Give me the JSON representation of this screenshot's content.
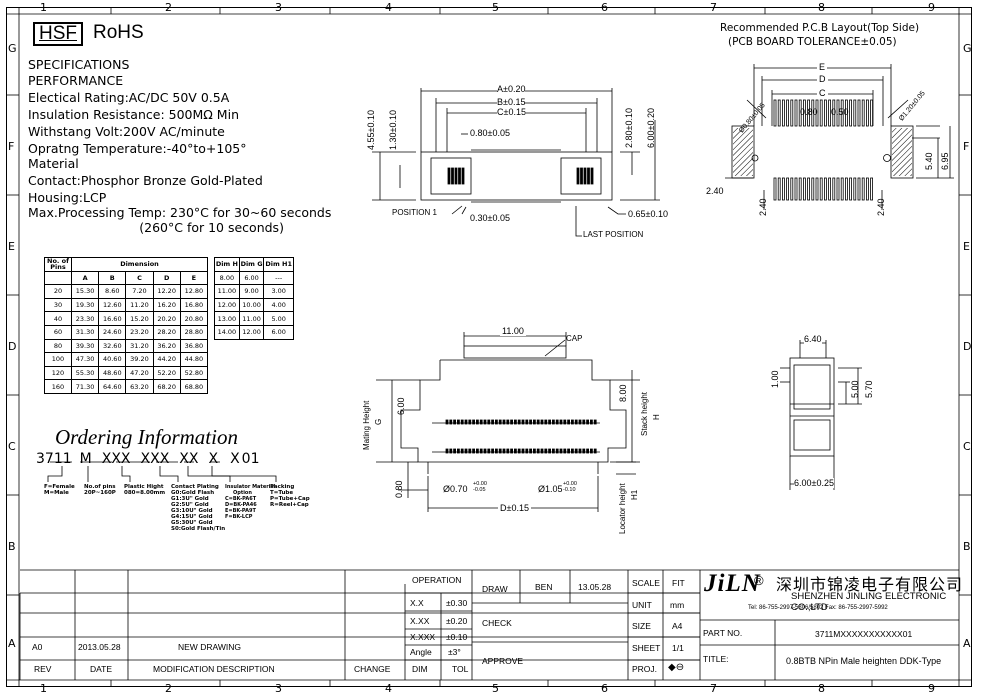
{
  "zones": {
    "cols": [
      "1",
      "2",
      "3",
      "4",
      "5",
      "6",
      "7",
      "8",
      "9"
    ],
    "rows": [
      "G",
      "F",
      "E",
      "D",
      "C",
      "B",
      "A"
    ]
  },
  "header": {
    "brand": "HSF",
    "rohs": "RoHS"
  },
  "specs": [
    "SPECIFICATIONS",
    "PERFORMANCE",
    "Electical Rating:AC/DC 50V 0.5A",
    "Insulation Resistance:   500MΩ Min",
    "Withstang Volt:200V AC/minute",
    "Opratng Temperature:-40°to+105°",
    "Material",
    "Contact:Phosphor Bronze Gold-Plated",
    "Housing:LCP",
    "Max.Processing Temp: 230°C for 30~60 seconds",
    "                            (260°C for 10 seconds)"
  ],
  "dimension_table": {
    "headers": [
      "No. of Pins",
      "Dimension",
      "A",
      "B",
      "C",
      "D",
      "E"
    ],
    "rows": [
      [
        "20",
        "15.30",
        "8.60",
        "7.20",
        "12.20",
        "12.80"
      ],
      [
        "30",
        "19.30",
        "12.60",
        "11.20",
        "16.20",
        "16.80"
      ],
      [
        "40",
        "23.30",
        "16.60",
        "15.20",
        "20.20",
        "20.80"
      ],
      [
        "60",
        "31.30",
        "24.60",
        "23.20",
        "28.20",
        "28.80"
      ],
      [
        "80",
        "39.30",
        "32.60",
        "31.20",
        "36.20",
        "36.80"
      ],
      [
        "100",
        "47.30",
        "40.60",
        "39.20",
        "44.20",
        "44.80"
      ],
      [
        "120",
        "55.30",
        "48.60",
        "47.20",
        "52.20",
        "52.80"
      ],
      [
        "160",
        "71.30",
        "64.60",
        "63.20",
        "68.20",
        "68.80"
      ]
    ]
  },
  "height_table": {
    "headers": [
      "Dim H",
      "Dim G",
      "Dim H1"
    ],
    "rows": [
      [
        "8.00",
        "6.00",
        "---"
      ],
      [
        "11.00",
        "9.00",
        "3.00"
      ],
      [
        "12.00",
        "10.00",
        "4.00"
      ],
      [
        "13.00",
        "11.00",
        "5.00"
      ],
      [
        "14.00",
        "12.00",
        "6.00"
      ]
    ]
  },
  "ordering": {
    "title": "Ordering Information",
    "code": [
      "3711",
      "M",
      "XXX",
      "XXX",
      "XX",
      "X",
      "X",
      "01"
    ],
    "notes": {
      "mf": [
        "F=Female",
        "M=Male"
      ],
      "pins": [
        "No.of pins",
        "20P~160P"
      ],
      "height": [
        "Plastic Hight",
        "080=8.00mm"
      ],
      "plating": [
        "Contact Plating",
        "G0:Gold Flash",
        "G1:3U\" Gold",
        "G2:5U\" Gold",
        "G3:10U\" Gold",
        "G4:15U\" Gold",
        "G5:30U\" Gold",
        "S0:Gold Flash/Tin"
      ],
      "insulator": [
        "Insulator Material",
        "Option",
        "C=BK-PA6T",
        "D=BK-PA46",
        "E=BK-PA9T",
        "F=BK-LCP"
      ],
      "packing": [
        "Packing",
        "T=Tube",
        "P=Tube+Cap",
        "R=Reel+Cap"
      ]
    }
  },
  "drawing_labels": {
    "a": "A±0.20",
    "b": "B±0.15",
    "c": "C±0.15",
    "p080": "0.80±0.05",
    "h455": "4.55±0.10",
    "h130": "1.30±0.10",
    "h280": "2.80±0.10",
    "h600": "6.00±0.20",
    "position1": "POSITION 1",
    "p030": "0.30±0.05",
    "p065": "0.65±0.10",
    "last": "LAST POSITION",
    "pcb_title": "Recommended P.C.B Layout(Top Side)",
    "pcb_tol": "(PCB BOARD TOLERANCE±0.05)",
    "e": "E",
    "d": "D",
    "c2": "C",
    "p080b": "0.80",
    "p050": "0.50",
    "phi080": "Ø0.80±0.05",
    "phi120": "Ø1.20±0.05",
    "p540": "5.40",
    "p695": "6.95",
    "p240": "2.40",
    "p240b": "2.40",
    "p240c": "2.40",
    "w1100": "11.00",
    "cap": "CAP",
    "mating": "Mating Height",
    "g": "G",
    "g600": "6.00",
    "stack": "Stack height",
    "h": "H",
    "s800": "8.00",
    "p080c": "0.80",
    "phi070": "Ø0.70",
    "tol070": "+0.00 -0.05",
    "phi105": "Ø1.05",
    "tol105": "+0.00 -0.10",
    "d015": "D±0.15",
    "locator": "Locator height",
    "h1": "H1",
    "w640": "6.40",
    "h100": "1.00",
    "h500": "5.00",
    "h570": "5.70",
    "w600": "6.00±0.25"
  },
  "title_block": {
    "operation": "OPERATION",
    "x1": "X.X",
    "t1": "±0.30",
    "x2": "X.XX",
    "t2": "±0.20",
    "x3": "X.XXX",
    "t3": "±0.10",
    "angle": "Angle",
    "ta": "±3°",
    "dim": "DIM",
    "tol": "TOL",
    "draw": "DRAW",
    "ben": "BEN",
    "date1": "13.05.28",
    "check": "CHECK",
    "approve": "APPROVE",
    "scale": "SCALE",
    "fit": "FIT",
    "unit": "UNIT",
    "mm": "mm",
    "size": "SIZE",
    "a4": "A4",
    "sheet": "SHEET",
    "sheetv": "1/1",
    "proj": "PROJ.",
    "logo": "JiLN",
    "reg": "®",
    "company_cn": "深圳市锦凌电子有限公司",
    "company_en": "SHENZHEN JINLING ELECTRONIC CO.,LTD",
    "tel": "Tel: 86-755-2997-5806/5802   Fax: 86-755-2997-5992",
    "part_no_label": "PART NO.",
    "part_no": "3711MXXXXXXXXXXX01",
    "title_label": "TITLE:",
    "title": "0.8BTB NPin Male heighten DDK-Type",
    "rev": "REV",
    "date": "DATE",
    "mod": "MODIFICATION  DESCRIPTION",
    "change": "CHANGE",
    "rev_a0": "A0",
    "rev_date": "2013.05.28",
    "rev_desc": "NEW  DRAWING"
  }
}
